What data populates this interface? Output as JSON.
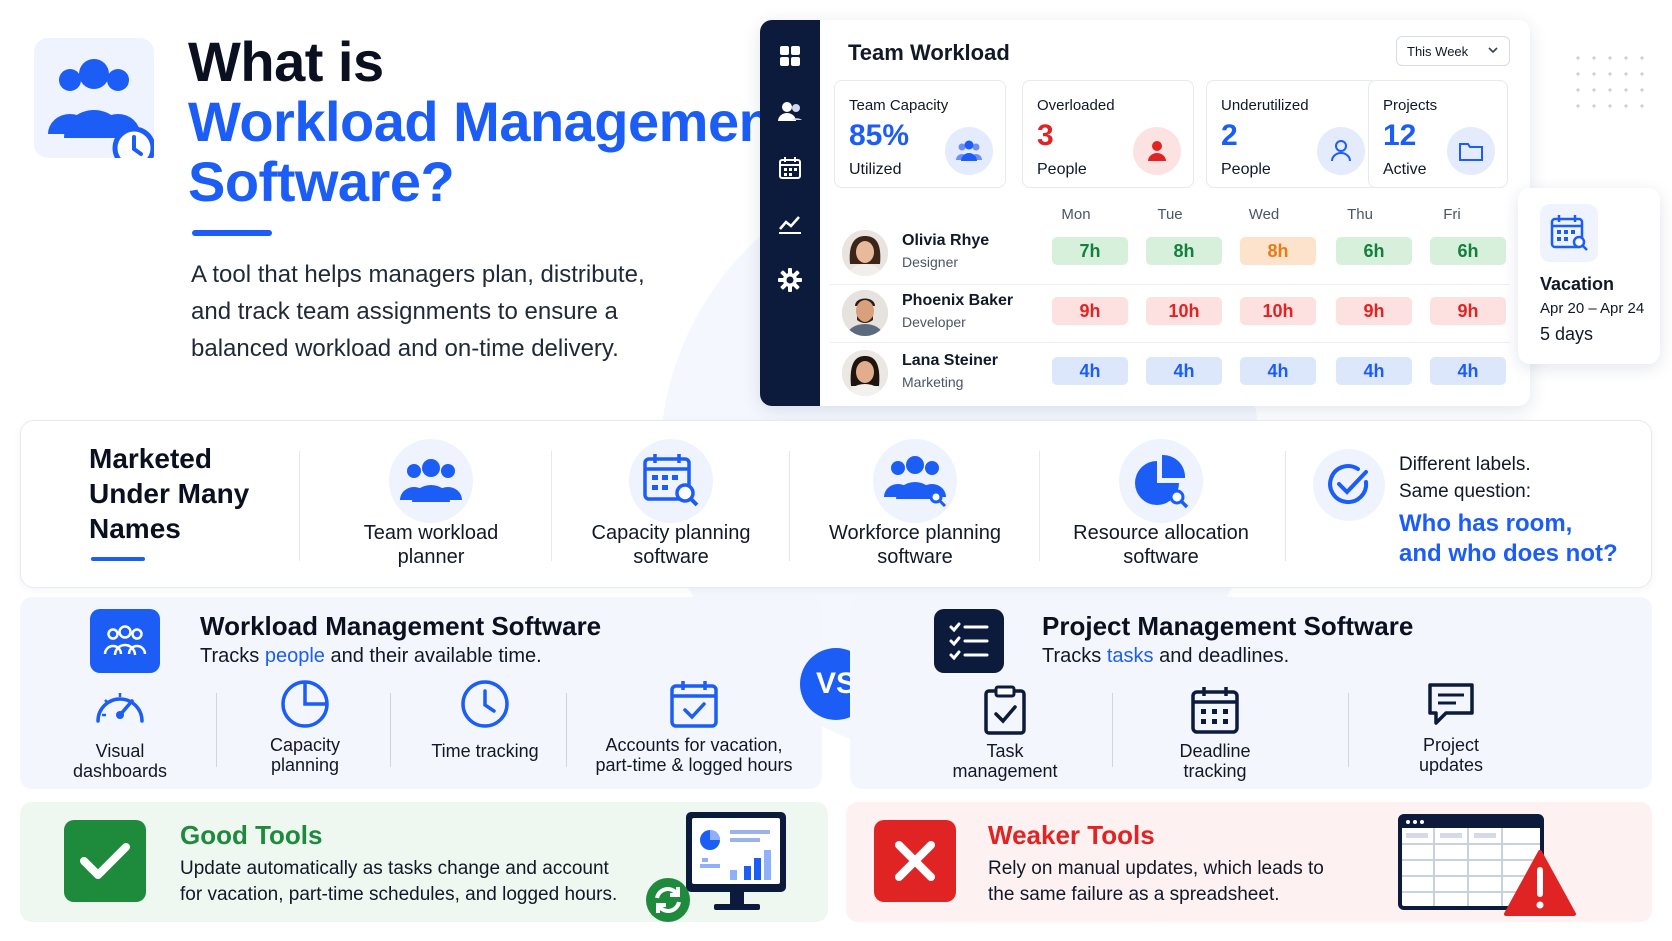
{
  "hero": {
    "title_line1": "What is",
    "title_line2": "Workload Management",
    "title_line3": "Software?",
    "description": "A tool that helps managers plan, distribute, and track team assignments to ensure a balanced workload and on-time delivery."
  },
  "dashboard": {
    "title": "Team Workload",
    "period": "This Week",
    "stats": [
      {
        "label": "Team Capacity",
        "value": "85%",
        "sub": "Utilized",
        "color": "#1b5df5",
        "icon": "team-icon"
      },
      {
        "label": "Overloaded",
        "value": "3",
        "sub": "People",
        "color": "#e02424",
        "icon": "person-icon"
      },
      {
        "label": "Underutilized",
        "value": "2",
        "sub": "People",
        "color": "#1b5df5",
        "icon": "person-outline-icon"
      },
      {
        "label": "Projects",
        "value": "12",
        "sub": "Active",
        "color": "#1b5df5",
        "icon": "folder-icon"
      }
    ],
    "days": [
      "Mon",
      "Tue",
      "Wed",
      "Thu",
      "Fri"
    ],
    "people": [
      {
        "name": "Olivia Rhye",
        "role": "Designer",
        "hours": [
          "7h",
          "8h",
          "8h",
          "6h",
          "6h"
        ]
      },
      {
        "name": "Phoenix Baker",
        "role": "Developer",
        "hours": [
          "9h",
          "10h",
          "10h",
          "9h",
          "9h"
        ]
      },
      {
        "name": "Lana Steiner",
        "role": "Marketing",
        "hours": [
          "4h",
          "4h",
          "4h",
          "4h",
          "4h"
        ]
      }
    ],
    "vacation": {
      "title": "Vacation",
      "dates": "Apr 20 – Apr 24",
      "days": "5 days"
    }
  },
  "names": {
    "title_line1": "Marketed",
    "title_line2": "Under Many",
    "title_line3": "Names",
    "items": [
      {
        "line1": "Team workload",
        "line2": "planner",
        "icon": "team-icon"
      },
      {
        "line1": "Capacity planning",
        "line2": "software",
        "icon": "calendar-search-icon"
      },
      {
        "line1": "Workforce planning",
        "line2": "software",
        "icon": "team-search-icon"
      },
      {
        "line1": "Resource allocation",
        "line2": "software",
        "icon": "pie-chart-icon"
      }
    ],
    "question_line1": "Different labels.",
    "question_line2": "Same question:",
    "highlight_line1": "Who has room,",
    "highlight_line2": "and who does not?"
  },
  "workload": {
    "title": "Workload Management Software",
    "sub_before": "Tracks",
    "sub_hl": "people",
    "sub_after": "and their available time.",
    "features": [
      {
        "line1": "Visual",
        "line2": "dashboards",
        "icon": "gauge-icon"
      },
      {
        "line1": "Capacity",
        "line2": "planning",
        "icon": "pie-chart-icon"
      },
      {
        "line1": "Time tracking",
        "line2": "",
        "icon": "clock-icon"
      },
      {
        "line1": "Accounts for vacation,",
        "line2": "part-time & logged hours",
        "icon": "calendar-check-icon"
      }
    ]
  },
  "vs_label": "VS",
  "project": {
    "title": "Project Management Software",
    "sub_before": "Tracks",
    "sub_hl": "tasks",
    "sub_after": "and deadlines.",
    "features": [
      {
        "line1": "Task",
        "line2": "management",
        "icon": "clipboard-check-icon"
      },
      {
        "line1": "Deadline",
        "line2": "tracking",
        "icon": "calendar-icon"
      },
      {
        "line1": "Project",
        "line2": "updates",
        "icon": "message-icon"
      }
    ]
  },
  "good": {
    "title": "Good Tools",
    "desc_line1": "Update automatically as tasks change and account",
    "desc_line2": "for vacation, part-time schedules, and logged hours.",
    "color": "#1e8a3c"
  },
  "weak": {
    "title": "Weaker Tools",
    "desc_line1": "Rely on manual updates, which leads to",
    "desc_line2": "the same failure as a spreadsheet.",
    "color": "#e02424"
  }
}
